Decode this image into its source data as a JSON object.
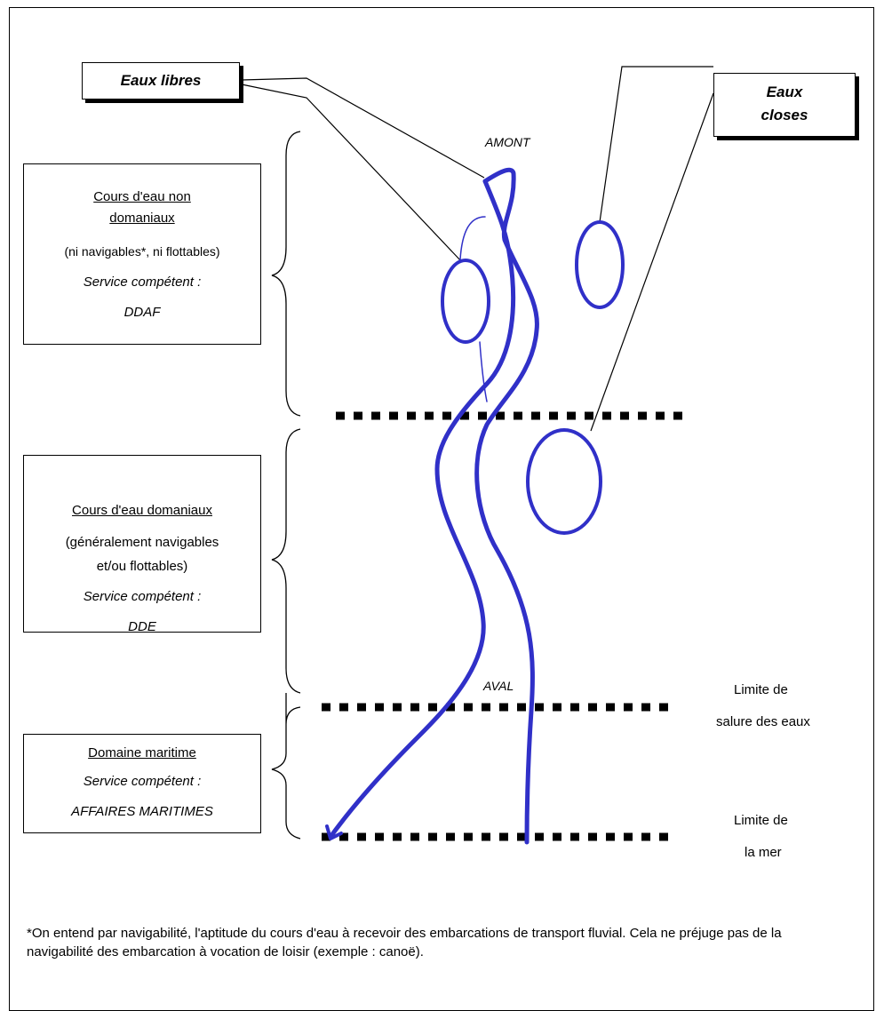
{
  "callouts": {
    "free_waters": "Eaux libres",
    "closed_waters_line1": "Eaux",
    "closed_waters_line2": "closes"
  },
  "river_labels": {
    "upstream": "AMONT",
    "downstream": "AVAL"
  },
  "zones": [
    {
      "title": "Cours d'eau non domaniaux",
      "title_line1": "Cours d'eau non",
      "title_line2": "domaniaux",
      "detail": "(ni navigables*, ni flottables)",
      "service_label": "Service compétent :",
      "service": "DDAF"
    },
    {
      "title": "Cours d'eau domaniaux",
      "detail_line1": "(généralement navigables",
      "detail_line2": "et/ou flottables)",
      "service_label": "Service compétent :",
      "service": "DDE"
    },
    {
      "title": "Domaine maritime",
      "service_label": "Service compétent :",
      "service": "AFFAIRES MARITIMES"
    }
  ],
  "limits": {
    "salinity_line1": "Limite de",
    "salinity_line2": "salure des eaux",
    "sea_line1": "Limite de",
    "sea_line2": "la mer"
  },
  "footnote": "*On entend par navigabilité, l'aptitude du cours d'eau à recevoir des embarcations de transport fluvial. Cela ne préjuge pas de la navigabilité des embarcation à vocation de loisir (exemple : canoë).",
  "colors": {
    "river": "#3030c8",
    "lines": "#000000"
  }
}
